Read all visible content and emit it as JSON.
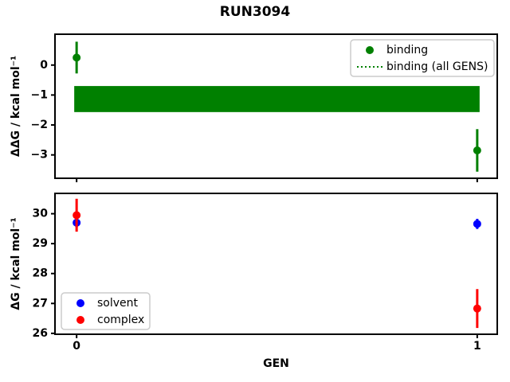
{
  "figure": {
    "title": "RUN3094",
    "background": "#ffffff"
  },
  "chart_data": [
    {
      "id": "ddg-vs-gen",
      "type": "scatter",
      "title": "",
      "xlabel": "",
      "ylabel": "ΔΔG / kcal mol⁻¹",
      "xlim": [
        -0.054,
        1.05
      ],
      "ylim": [
        -3.78,
        1.03
      ],
      "xticks": [
        0,
        1
      ],
      "xtick_labels": [
        "0",
        "1"
      ],
      "show_xticklabels": false,
      "yticks": [
        0,
        -1,
        -2,
        -3
      ],
      "grid": false,
      "band": {
        "label": "binding (all GENS)",
        "color": "#008000",
        "x": [
          0,
          1
        ],
        "y_low": -1.57,
        "y_high": -0.7,
        "line_style": "dotted"
      },
      "series": [
        {
          "name": "binding",
          "color": "#008000",
          "marker": "circle",
          "x": [
            0,
            1
          ],
          "y": [
            0.25,
            -2.85
          ],
          "yerr": [
            0.53,
            0.71
          ]
        }
      ],
      "legend": {
        "position": "upper right",
        "entries": [
          {
            "label": "binding",
            "handle": "marker",
            "color": "#008000"
          },
          {
            "label": "binding (all GENS)",
            "handle": "dotted-line",
            "color": "#008000"
          }
        ]
      }
    },
    {
      "id": "dg-vs-gen",
      "type": "scatter",
      "title": "",
      "xlabel": "GEN",
      "ylabel": "ΔG / kcal mol⁻¹",
      "xlim": [
        -0.054,
        1.05
      ],
      "ylim": [
        25.97,
        30.68
      ],
      "xticks": [
        0,
        1
      ],
      "xtick_labels": [
        "0",
        "1"
      ],
      "show_xticklabels": true,
      "yticks": [
        26,
        27,
        28,
        29,
        30
      ],
      "grid": false,
      "band": null,
      "series": [
        {
          "name": "solvent",
          "color": "#0000ff",
          "marker": "circle",
          "x": [
            0,
            1
          ],
          "y": [
            29.7,
            29.66
          ],
          "yerr": [
            0.15,
            0.17
          ]
        },
        {
          "name": "complex",
          "color": "#ff0000",
          "marker": "circle",
          "x": [
            0,
            1
          ],
          "y": [
            29.95,
            26.83
          ],
          "yerr": [
            0.55,
            0.65
          ]
        }
      ],
      "legend": {
        "position": "lower left",
        "entries": [
          {
            "label": "solvent",
            "handle": "marker",
            "color": "#0000ff"
          },
          {
            "label": "complex",
            "handle": "marker",
            "color": "#ff0000"
          }
        ]
      }
    }
  ]
}
